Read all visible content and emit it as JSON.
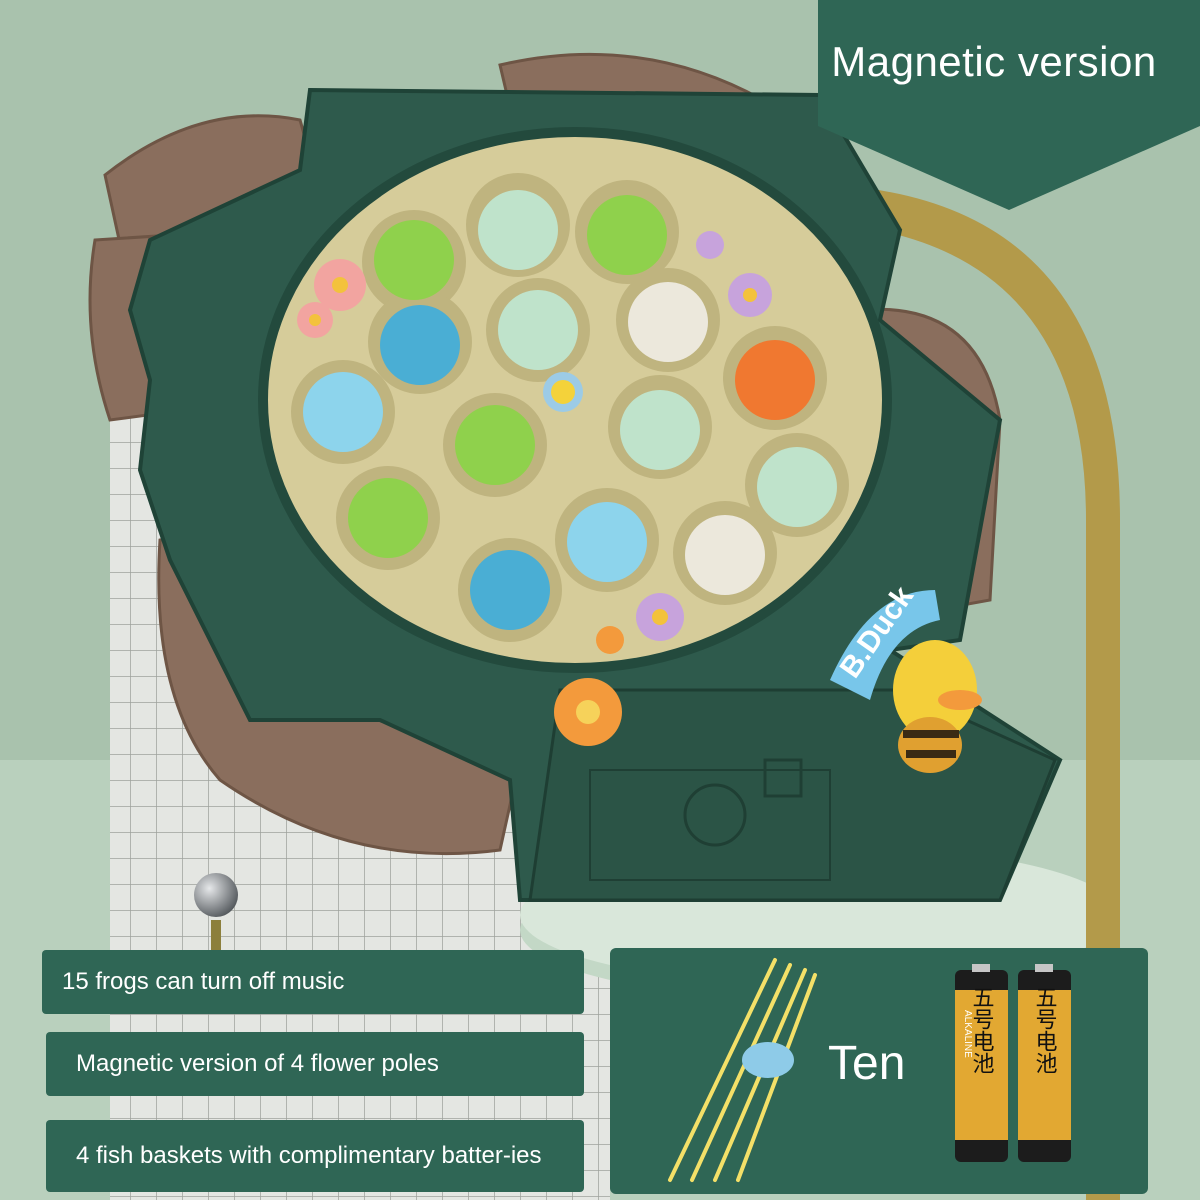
{
  "banner": {
    "text": "Magnetic version"
  },
  "features": [
    {
      "text": "15 frogs can turn off music"
    },
    {
      "text": "Magnetic version of 4 flower poles"
    },
    {
      "text": "4 fish baskets with complimentary batter-ies"
    }
  ],
  "accessories": {
    "quantity_label": "Ten"
  },
  "logo": {
    "brand": "B.Duck"
  },
  "battery": {
    "label": "五号电池",
    "brand": "ALKALINE"
  },
  "colors": {
    "accent": "#2f6655",
    "board": "#d6cc9a",
    "basket": "#8a6e5d",
    "background": "#a8c1ac"
  }
}
